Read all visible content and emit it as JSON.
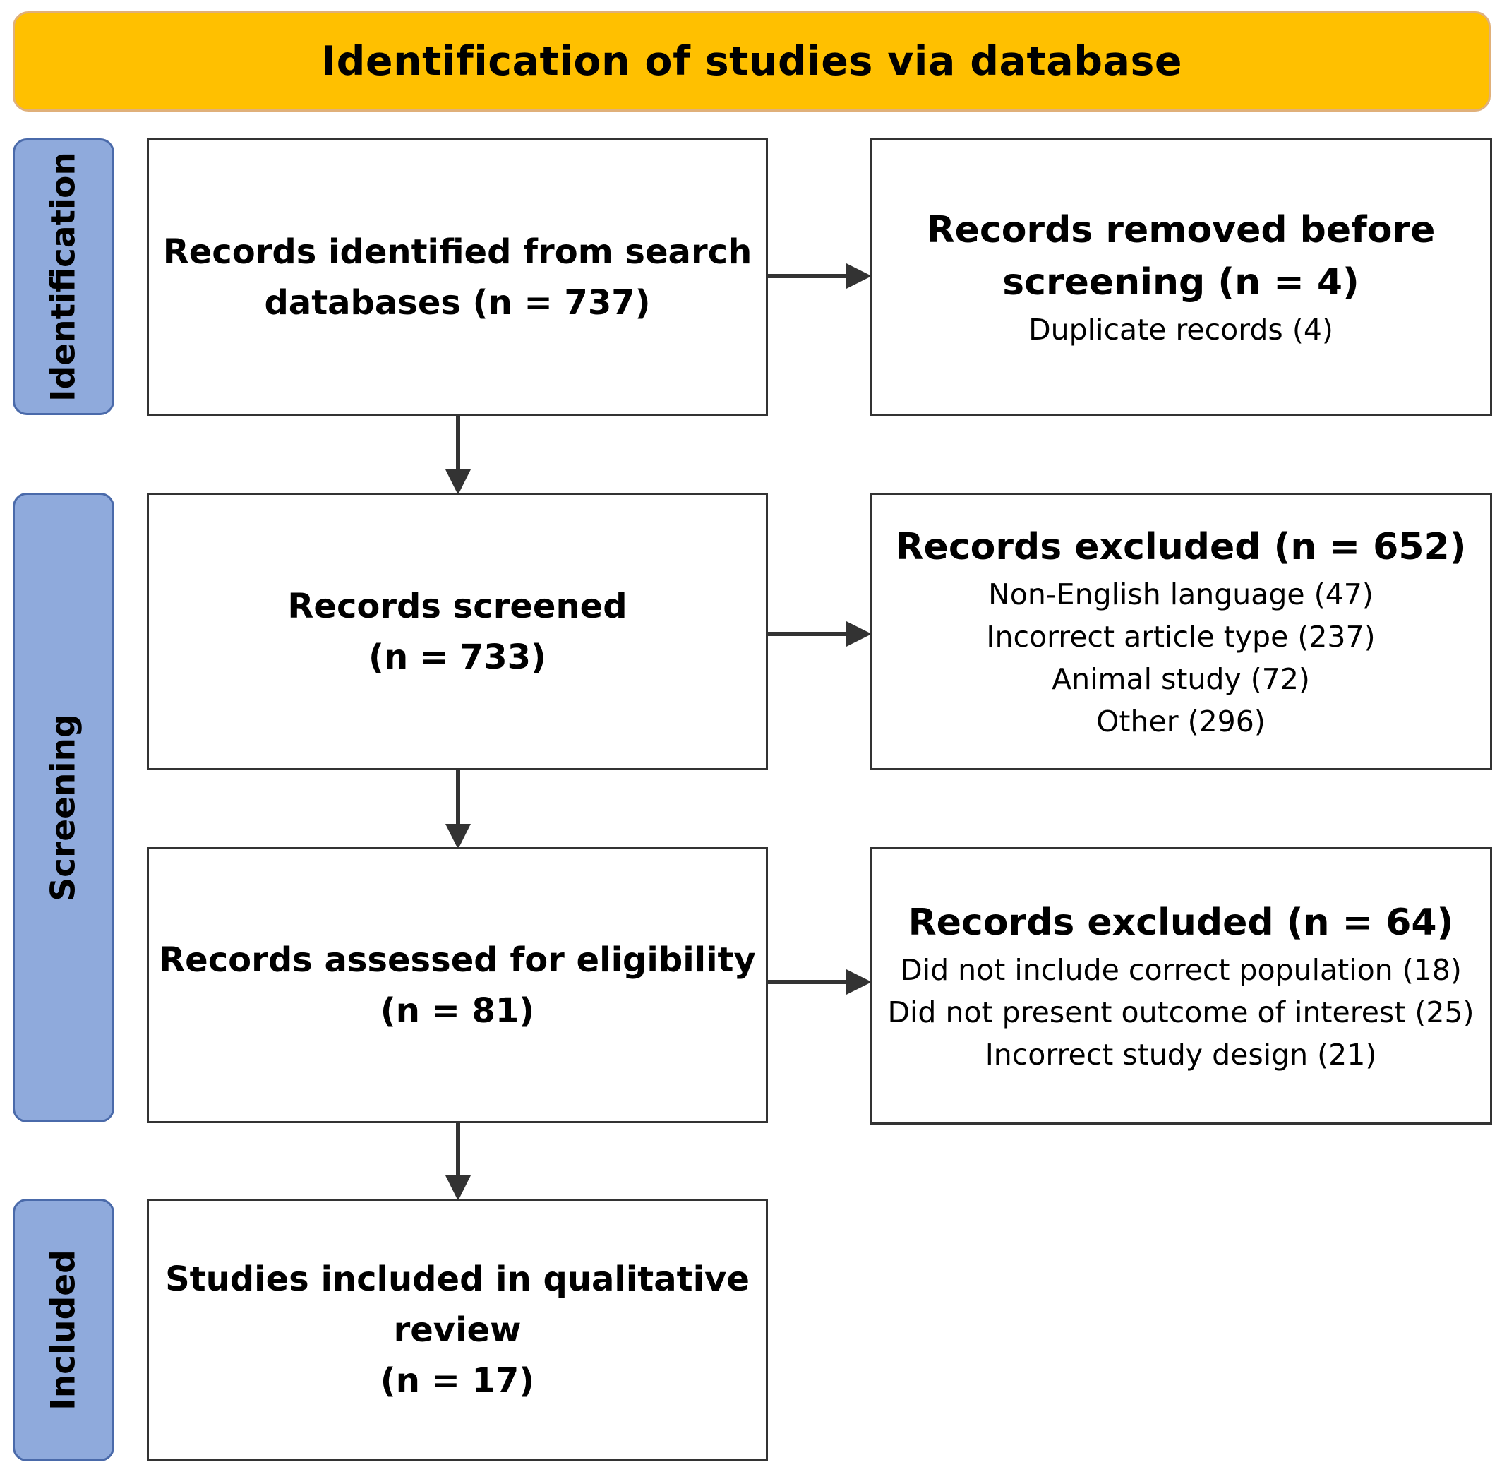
{
  "header": {
    "title": "Identification of studies via database"
  },
  "stages": [
    {
      "label": "Identification"
    },
    {
      "label": "Screening"
    },
    {
      "label": "Included"
    }
  ],
  "main_boxes": [
    {
      "lines": [
        "Records identified from search",
        "databases (n = 737)"
      ]
    },
    {
      "lines": [
        "Records screened",
        "(n = 733)"
      ]
    },
    {
      "lines": [
        "Records assessed for eligibility",
        "(n = 81)"
      ]
    },
    {
      "lines": [
        "Studies included in qualitative",
        "review",
        "(n = 17)"
      ]
    }
  ],
  "side_boxes": [
    {
      "title_lines": [
        "Records removed before",
        "screening (n = 4)"
      ],
      "items": [
        "Duplicate records (4)"
      ]
    },
    {
      "title_lines": [
        "Records excluded (n = 652)"
      ],
      "items": [
        "Non-English language (47)",
        "Incorrect article type (237)",
        "Animal study (72)",
        "Other (296)"
      ]
    },
    {
      "title_lines": [
        "Records excluded (n = 64)"
      ],
      "items": [
        "Did not include correct population (18)",
        "Did not present outcome of interest (25)",
        "Incorrect study design (21)"
      ]
    }
  ],
  "colors": {
    "header_fill": "#ffc000",
    "stage_fill": "#8faadc",
    "box_border": "#333333",
    "arrow": "#333333"
  }
}
